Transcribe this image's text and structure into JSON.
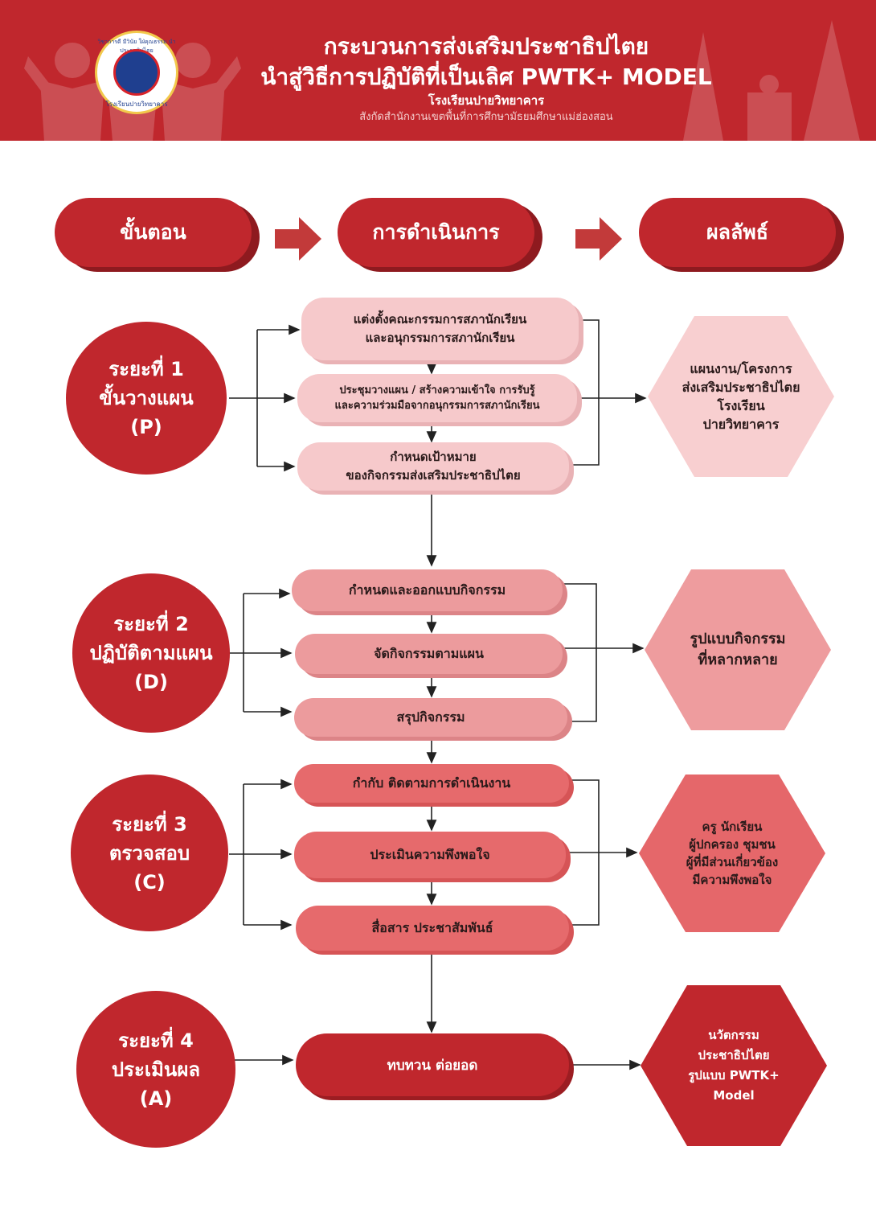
{
  "header": {
    "title_line1": "กระบวนการส่งเสริมประชาธิปไตย",
    "title_line2": "นำสู่วิธีการปฏิบัติที่เป็นเลิศ PWTK+ MODEL",
    "school": "โรงเรียนปายวิทยาคาร",
    "affiliation": "สังกัดสำนักงานเขตพื้นที่การศึกษามัธยมศึกษาแม่ฮ่องสอน",
    "logo_text_top": "วิชาการดี มีวินัย ใฝ่คุณธรรม นำประชาธิปไตย",
    "logo_text_bottom": "โรงเรียนปายวิทยาคาร"
  },
  "columns": {
    "step": "ขั้นตอน",
    "operation": "การดำเนินการ",
    "result": "ผลลัพธ์"
  },
  "phases": [
    {
      "line1": "ระยะที่ 1",
      "line2": "ขั้นวางแผน",
      "line3": "(P)",
      "activities": [
        "แต่งตั้งคณะกรรมการสภานักเรียน\nและอนุกรรมการสภานักเรียน",
        "ประชุมวางแผน / สร้างความเข้าใจ การรับรู้\nและความร่วมมือจากอนุกรรมการสภานักเรียน",
        "กำหนดเป้าหมาย\nของกิจกรรมส่งเสริมประชาธิปไตย"
      ],
      "result": [
        "แผนงาน/โครงการ",
        "ส่งเสริมประชาธิปไตย",
        "โรงเรียน",
        "ปายวิทยาคาร"
      ]
    },
    {
      "line1": "ระยะที่ 2",
      "line2": "ปฏิบัติตามแผน",
      "line3": "(D)",
      "activities": [
        "กำหนดและออกแบบกิจกรรม",
        "จัดกิจกรรมตามแผน",
        "สรุปกิจกรรม"
      ],
      "result": [
        "รูปแบบกิจกรรม",
        "ที่หลากหลาย"
      ]
    },
    {
      "line1": "ระยะที่ 3",
      "line2": "ตรวจสอบ",
      "line3": "(C)",
      "activities": [
        "กำกับ ติดตามการดำเนินงาน",
        "ประเมินความพึงพอใจ",
        "สื่อสาร ประชาสัมพันธ์"
      ],
      "result": [
        "ครู นักเรียน",
        "ผู้ปกครอง ชุมชน",
        "ผู้ที่มีส่วนเกี่ยวข้อง",
        "มีความพึงพอใจ"
      ]
    },
    {
      "line1": "ระยะที่ 4",
      "line2": "ประเมินผล",
      "line3": "(A)",
      "activities": [
        "ทบทวน ต่อยอด"
      ],
      "result": [
        "นวัตกรรม",
        "ประชาธิปไตย",
        "รูปแบบ PWTK+",
        "Model"
      ]
    }
  ],
  "colors": {
    "brand_red": "#c0272d",
    "dark_shadow": "#8e1a1f",
    "phase1_light": "#f6c9cb",
    "phase2_mid": "#ec9b9d",
    "phase3_coral": "#e66a6c",
    "arrow_red": "#c23a3a"
  }
}
